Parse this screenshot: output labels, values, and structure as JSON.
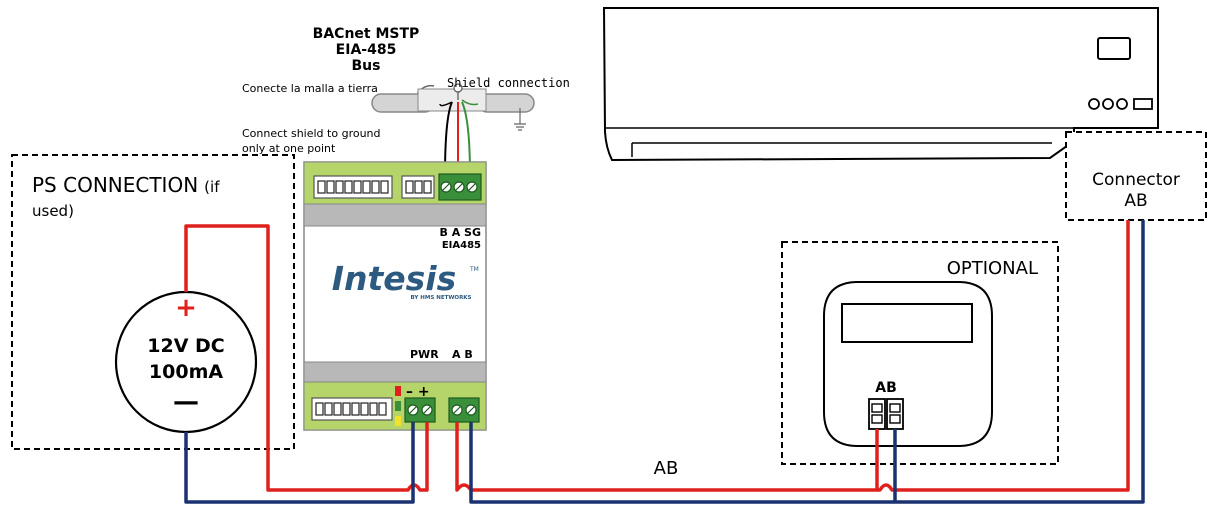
{
  "bus": {
    "title_line1": "BACnet MSTP",
    "title_line2": "EIA-485",
    "title_line3": "Bus",
    "shield_connection": "Shield connection",
    "ground_note_es": "Conecte la malla a tierra",
    "ground_note_en_line1": "Connect shield to ground",
    "ground_note_en_line2": "only at one point"
  },
  "ps": {
    "title": "PS CONNECTION",
    "title_suffix": "(if",
    "title_line2": "used)",
    "plus_sign": "+",
    "minus_sign": "—",
    "voltage": "12V DC",
    "current": "100mA"
  },
  "device": {
    "terminal_top_label": "B A SG",
    "eia_label": "EIA485",
    "brand": "Intesis",
    "brand_tm": "TM",
    "brand_sub": "BY HMS NETWORKS",
    "pwr_label": "PWR",
    "ab_label": "A B",
    "pwr_polarity": "–  +"
  },
  "optional": {
    "title": "OPTIONAL",
    "ab_label": "AB"
  },
  "ac_unit": {
    "connector_line1": "Connector",
    "connector_line2": "AB"
  },
  "wiring": {
    "ab_label": "AB"
  },
  "colors": {
    "red_wire": "#e0201c",
    "blue_wire": "#1a3270",
    "green_terminal": "#3a8f3a",
    "device_green": "#b5d46a",
    "device_gray": "#b8b8b8"
  }
}
